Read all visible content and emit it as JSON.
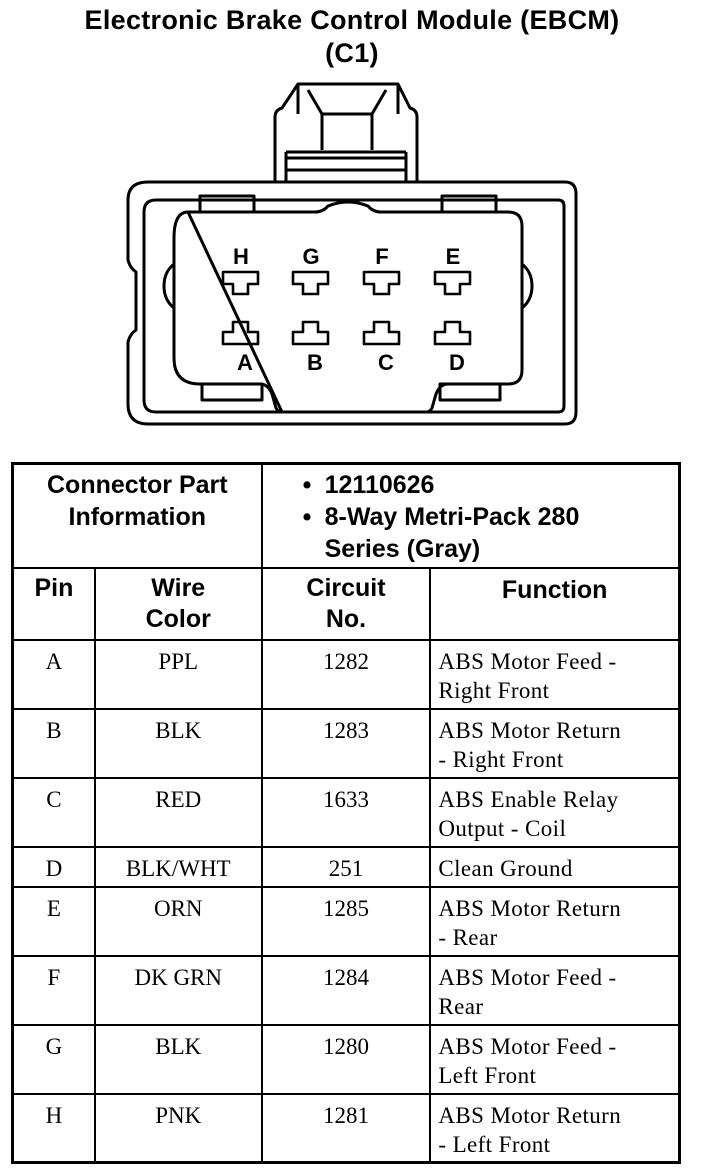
{
  "title": {
    "line1": "Electronic Brake Control Module (EBCM)",
    "line2": "(C1)"
  },
  "connector": {
    "top_row": [
      "H",
      "G",
      "F",
      "E"
    ],
    "bottom_row": [
      "A",
      "B",
      "C",
      "D"
    ]
  },
  "part_info": {
    "label_line1": "Connector Part",
    "label_line2": "Information",
    "bullet": "•",
    "part_number": "12110626",
    "description_line1": "8-Way Metri-Pack 280",
    "description_line2": "Series (Gray)"
  },
  "columns": {
    "pin": "Pin",
    "wire_line1": "Wire",
    "wire_line2": "Color",
    "circuit_line1": "Circuit",
    "circuit_line2": "No.",
    "function": "Function"
  },
  "rows": [
    {
      "pin": "A",
      "wire": "PPL",
      "circuit": "1282",
      "function_line1": "ABS Motor Feed -",
      "function_line2": "Right Front"
    },
    {
      "pin": "B",
      "wire": "BLK",
      "circuit": "1283",
      "function_line1": "ABS Motor Return",
      "function_line2": "- Right Front"
    },
    {
      "pin": "C",
      "wire": "RED",
      "circuit": "1633",
      "function_line1": "ABS Enable Relay",
      "function_line2": "Output - Coil"
    },
    {
      "pin": "D",
      "wire": "BLK/WHT",
      "circuit": "251",
      "function_line1": "Clean Ground",
      "function_line2": ""
    },
    {
      "pin": "E",
      "wire": "ORN",
      "circuit": "1285",
      "function_line1": "ABS Motor Return",
      "function_line2": "- Rear"
    },
    {
      "pin": "F",
      "wire": "DK GRN",
      "circuit": "1284",
      "function_line1": "ABS Motor Feed -",
      "function_line2": "Rear"
    },
    {
      "pin": "G",
      "wire": "BLK",
      "circuit": "1280",
      "function_line1": "ABS Motor Feed -",
      "function_line2": "Left Front"
    },
    {
      "pin": "H",
      "wire": "PNK",
      "circuit": "1281",
      "function_line1": "ABS Motor Return",
      "function_line2": "- Left Front"
    }
  ]
}
